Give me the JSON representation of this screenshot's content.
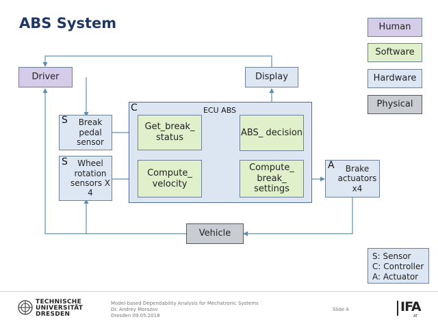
{
  "title": "ABS System",
  "legend": {
    "human": "Human",
    "software": "Software",
    "hardware": "Hardware",
    "physical": "Physical"
  },
  "nodes": {
    "driver": "Driver",
    "display": "Display",
    "break_pedal": "Break pedal sensor",
    "wheel_rotation": "Wheel rotation sensors X 4",
    "get_break_status": "Get_break_ status",
    "compute_velocity": "Compute_ velocity",
    "abs_decision": "ABS_ decision",
    "compute_break_settings": "Compute_ break_ settings",
    "brake_actuators": "Brake actuators x4",
    "vehicle": "Vehicle",
    "ecu_abs": "ECU ABS"
  },
  "tags": {
    "sensor1": "S",
    "sensor2": "S",
    "controller": "C",
    "actuator": "A"
  },
  "key": {
    "s": "S: Sensor",
    "c": "C: Controller",
    "a": "A: Actuator"
  },
  "footer": {
    "line1": "Model-based Dependability Analysis for Mechatronic Systems",
    "line2": "Dr. Andrey Morozov",
    "line3": "Dresden 09.05.2018",
    "slide": "Slide 4",
    "university1": "TECHNISCHE",
    "university2": "UNIVERSITÄT",
    "university3": "DRESDEN",
    "ifa_logo": "IFA",
    "ifa_sub": "AT"
  },
  "colors": {
    "human": "#d5ccea",
    "software": "#dff0cb",
    "hardware": "#dde6f3",
    "physical": "#c9cdd2",
    "arrow": "#5a8fb3",
    "title": "#1f3864"
  }
}
